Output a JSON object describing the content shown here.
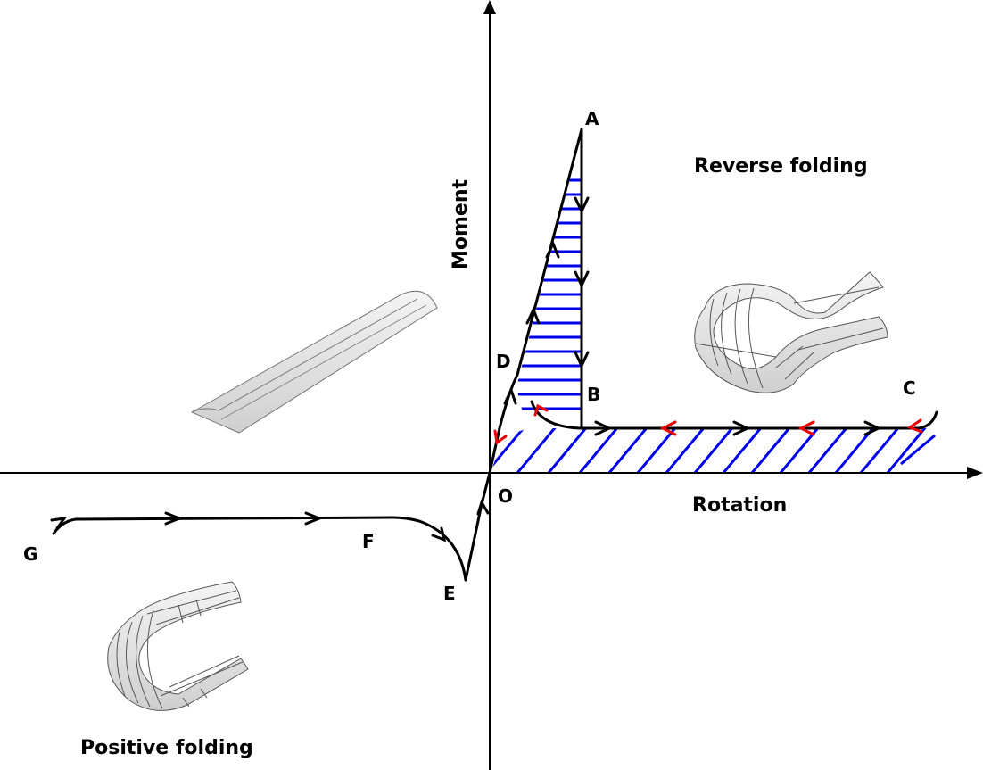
{
  "axes": {
    "x_label": "Rotation",
    "y_label": "Moment",
    "origin_label": "O"
  },
  "regions": {
    "reverse_label": "Reverse folding",
    "positive_label": "Positive folding"
  },
  "points": {
    "A": "A",
    "B": "B",
    "C": "C",
    "D": "D",
    "E": "E",
    "F": "F",
    "G": "G"
  },
  "colors": {
    "curve": "#000000",
    "hatch": "#0000ee",
    "reverse_arrow": "#ee0000",
    "shell_fill": "#e6e6e6",
    "shell_line": "#555555"
  },
  "illustrations": {
    "flat_shell": "Unfolded cylindrical shell",
    "reverse_fold_shell": "Reverse-folded shell",
    "positive_fold_shell": "Positive-folded shell"
  }
}
